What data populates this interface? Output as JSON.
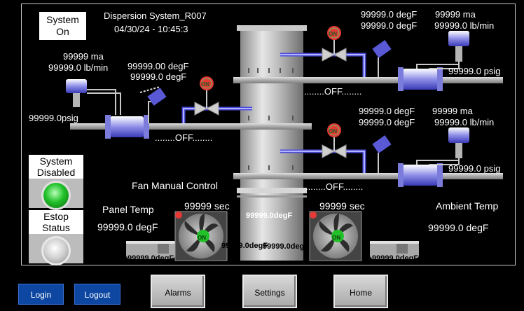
{
  "system_box": {
    "line1": "System",
    "line2": "On"
  },
  "header": {
    "title": "Dispersion System_R007",
    "datetime": "04/30/24 - 10:45:3"
  },
  "left_line": {
    "flow_ma": "99999  ma",
    "flow_lbmin": "99999.0  lb/min",
    "temp1": "99999.00 degF",
    "temp2": "99999.0  degF",
    "pressure": "99999.0psig",
    "status": "........OFF........"
  },
  "top_right_line": {
    "temp": "99999.0  degF",
    "flow_ma": "99999  ma",
    "temp2": "99999.0  degF",
    "flow_lbmin": "99999.0 lb/min",
    "pressure": "99999.0  psig",
    "status": "........OFF........"
  },
  "mid_right_line": {
    "temp": "99999.0  degF",
    "flow_ma": "99999  ma",
    "temp2": "99999.0  degF",
    "flow_lbmin": "99999.0 lb/min",
    "pressure": "99999.0  psig",
    "status": "........OFF........"
  },
  "valve_label": "ON",
  "side_status": {
    "system": {
      "line1": "System",
      "line2": "Disabled"
    },
    "estop": {
      "line1": "Estop",
      "line2": "Status"
    }
  },
  "fan_manual_control": "Fan Manual Control",
  "panel_temp": {
    "label": "Panel Temp",
    "value": "99999.0  degF"
  },
  "ambient_temp": {
    "label": "Ambient Temp",
    "value": "99999.0  degF"
  },
  "fans": [
    {
      "sec": "99999 sec",
      "state": "ON",
      "motor_temp": "99999.0degF",
      "center_temp": "99999.0degF"
    },
    {
      "sec": "99999 sec",
      "state": "ON",
      "motor_temp": "99999.0degF",
      "center_temp": "99999.0degF"
    }
  ],
  "column_temp_top": "99999.0degF",
  "nav": {
    "login": "Login",
    "logout": "Logout",
    "alarms": "Alarms",
    "settings": "Settings",
    "home": "Home"
  },
  "colors": {
    "background": "#000000",
    "blue_button": "#0d47a1",
    "pipe_accent": "#4b4bdc",
    "lamp_on": "#22c12a"
  }
}
